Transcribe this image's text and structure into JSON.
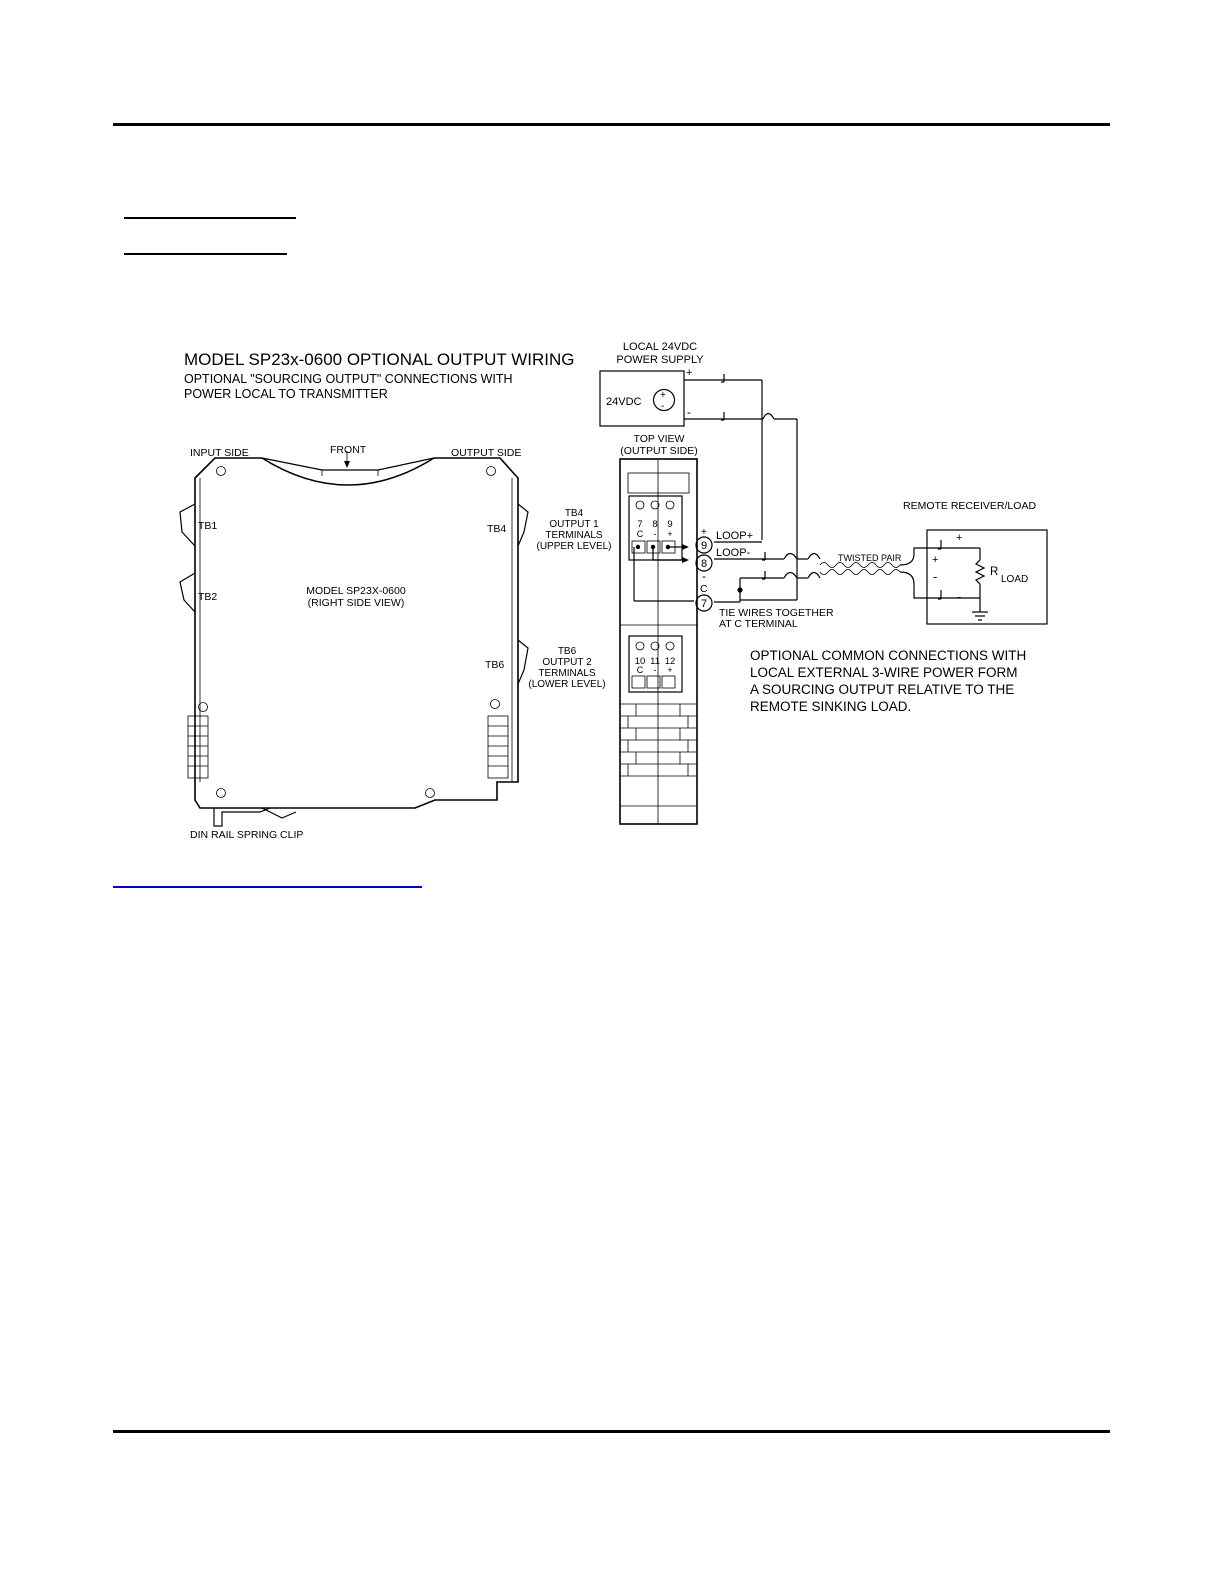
{
  "diagram": {
    "title": "MODEL SP23x-0600 OPTIONAL OUTPUT WIRING",
    "subtitle_line1": "OPTIONAL \"SOURCING OUTPUT\" CONNECTIONS WITH",
    "subtitle_line2": "POWER LOCAL TO TRANSMITTER",
    "side_view": {
      "input_side": "INPUT SIDE",
      "front": "FRONT",
      "output_side": "OUTPUT SIDE",
      "tb1": "TB1",
      "tb2": "TB2",
      "tb4": "TB4",
      "tb6": "TB6",
      "model_line1": "MODEL SP23X-0600",
      "model_line2": "(RIGHT SIDE VIEW)",
      "din_clip": "DIN RAIL SPRING CLIP"
    },
    "power_supply": {
      "label_line1": "LOCAL 24VDC",
      "label_line2": "POWER SUPPLY",
      "voltage": "24VDC",
      "plus": "+",
      "minus": "-"
    },
    "top_view": {
      "label_line1": "TOP VIEW",
      "label_line2": "(OUTPUT SIDE)",
      "tb4_line1": "TB4",
      "tb4_line2": "OUTPUT 1",
      "tb4_line3": "TERMINALS",
      "tb4_line4": "(UPPER LEVEL)",
      "tb6_line1": "TB6",
      "tb6_line2": "OUTPUT 2",
      "tb6_line3": "TERMINALS",
      "tb6_line4": "(LOWER LEVEL)",
      "upper_terminals": [
        "7",
        "8",
        "9"
      ],
      "upper_marks": [
        "C",
        "-",
        "+"
      ],
      "lower_terminals": [
        "10",
        "11",
        "12"
      ],
      "lower_marks": [
        "C",
        "-",
        "+"
      ]
    },
    "terminals": {
      "t9": "9",
      "t8": "8",
      "t7": "7",
      "loop_plus": "LOOP+",
      "loop_minus": "LOOP-",
      "plus_sign": "+",
      "minus_sign": "-",
      "c_label": "C",
      "tie_line1": "TIE WIRES TOGETHER",
      "tie_line2": "AT C TERMINAL"
    },
    "twisted_pair": "TWISTED PAIR",
    "receiver": {
      "label": "REMOTE RECEIVER/LOAD",
      "r": "R",
      "load": "LOAD",
      "plus_outer": "+",
      "plus_inner": "+",
      "minus_inner": "-",
      "minus_outer": "-"
    },
    "note_line1": "OPTIONAL COMMON CONNECTIONS WITH",
    "note_line2": "LOCAL EXTERNAL 3-WIRE POWER FORM",
    "note_line3": "A SOURCING OUTPUT RELATIVE TO THE",
    "note_line4": "REMOTE SINKING LOAD."
  }
}
